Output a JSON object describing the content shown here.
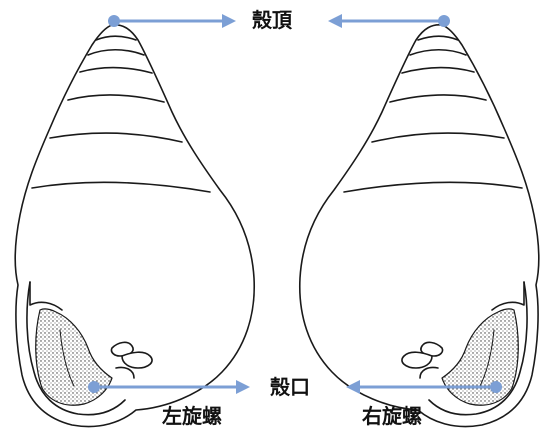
{
  "labels": {
    "apex": "殼頂",
    "aperture": "殼口",
    "left_coiled": "左旋螺",
    "right_coiled": "右旋螺"
  },
  "colors": {
    "arrow": "#7c9fd5",
    "outline": "#1a1a1a",
    "stipple": "#333333",
    "background": "#ffffff"
  }
}
